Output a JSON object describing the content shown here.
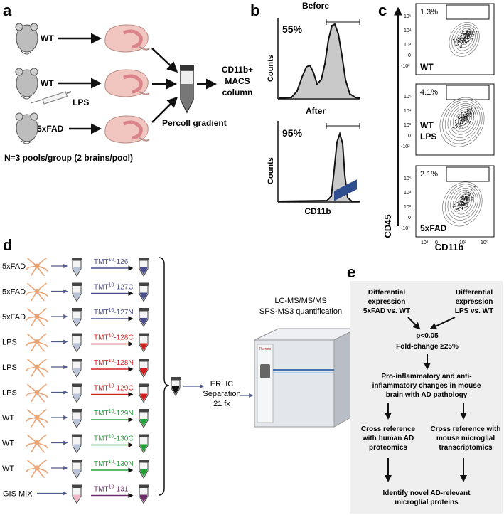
{
  "panel_a": {
    "letter": "a",
    "groups": [
      "WT",
      "WT",
      "5xFAD"
    ],
    "lps_label": "LPS",
    "percoll_label": "Percoll gradient",
    "macs_label": [
      "CD11b+",
      "MACS",
      "column"
    ],
    "footnote": "N=3 pools/group (2 brains/pool)"
  },
  "panel_b": {
    "letter": "b",
    "before_title": "Before",
    "before_pct": "55%",
    "after_title": "After",
    "after_pct": "95%",
    "ylabel": "Counts",
    "xlabel": "CD11b"
  },
  "panel_c": {
    "letter": "c",
    "ylabel": "CD45",
    "xlabel": "CD11b",
    "plots": [
      {
        "pct": "1.3%",
        "label": [
          "WT"
        ]
      },
      {
        "pct": "4.1%",
        "label": [
          "WT",
          "LPS"
        ]
      },
      {
        "pct": "2.1%",
        "label": [
          "5xFAD"
        ]
      }
    ],
    "tick_labels": [
      "10⁵",
      "10⁴",
      "10³",
      "0",
      "-10³"
    ],
    "x_tick_labels": [
      "10³",
      "0",
      "10³",
      "10⁵"
    ]
  },
  "panel_d": {
    "letter": "d",
    "rows": [
      {
        "label": "5xFAD",
        "tag": "126",
        "color": "#4a4e8c"
      },
      {
        "label": "5xFAD",
        "tag": "127C",
        "color": "#4a4e8c"
      },
      {
        "label": "5xFAD",
        "tag": "127N",
        "color": "#4a4e8c"
      },
      {
        "label": "LPS",
        "tag": "128C",
        "color": "#d42020"
      },
      {
        "label": "LPS",
        "tag": "128N",
        "color": "#d42020"
      },
      {
        "label": "LPS",
        "tag": "129C",
        "color": "#d42020"
      },
      {
        "label": "WT",
        "tag": "129N",
        "color": "#27a23a"
      },
      {
        "label": "WT",
        "tag": "130C",
        "color": "#27a23a"
      },
      {
        "label": "WT",
        "tag": "130N",
        "color": "#27a23a"
      },
      {
        "label": "GIS MIX",
        "tag": "131",
        "color": "#6e2a6a"
      }
    ],
    "tmt": "TMT",
    "tmt_sup": "10",
    "erlic": [
      "ERLIC",
      "Separation",
      "21 fx"
    ],
    "lcms": [
      "LC-MS/MS/MS",
      "SPS-MS3 quantification"
    ],
    "brand": "Thermo"
  },
  "panel_e": {
    "letter": "e",
    "left_top": [
      "Differential",
      "expression",
      "5xFAD vs. WT"
    ],
    "right_top": [
      "Differential",
      "expression",
      "LPS vs. WT"
    ],
    "criteria": [
      "p<0.05",
      "Fold-change ≥25%"
    ],
    "middle": [
      "Pro-inflammatory and anti-",
      "inflammatory changes in mouse",
      "brain with AD pathology"
    ],
    "left_ref": [
      "Cross reference",
      "with human AD",
      "proteomics"
    ],
    "right_ref": [
      "Cross reference with",
      "mouse microglial",
      "transcriptomics"
    ],
    "final": [
      "Identify novel AD-relevant",
      "microglial proteins"
    ]
  },
  "colors": {
    "tube_fill": "#b9c4d8",
    "hist_fill": "#c9c9c9",
    "brain": "#f1c6c0",
    "brain_inner": "#d9848a",
    "microglia": "#eba678",
    "mouse": "#bdbdbd",
    "panel_e_bg": "#efefef",
    "arrow_blue": "#4f5a8a"
  }
}
